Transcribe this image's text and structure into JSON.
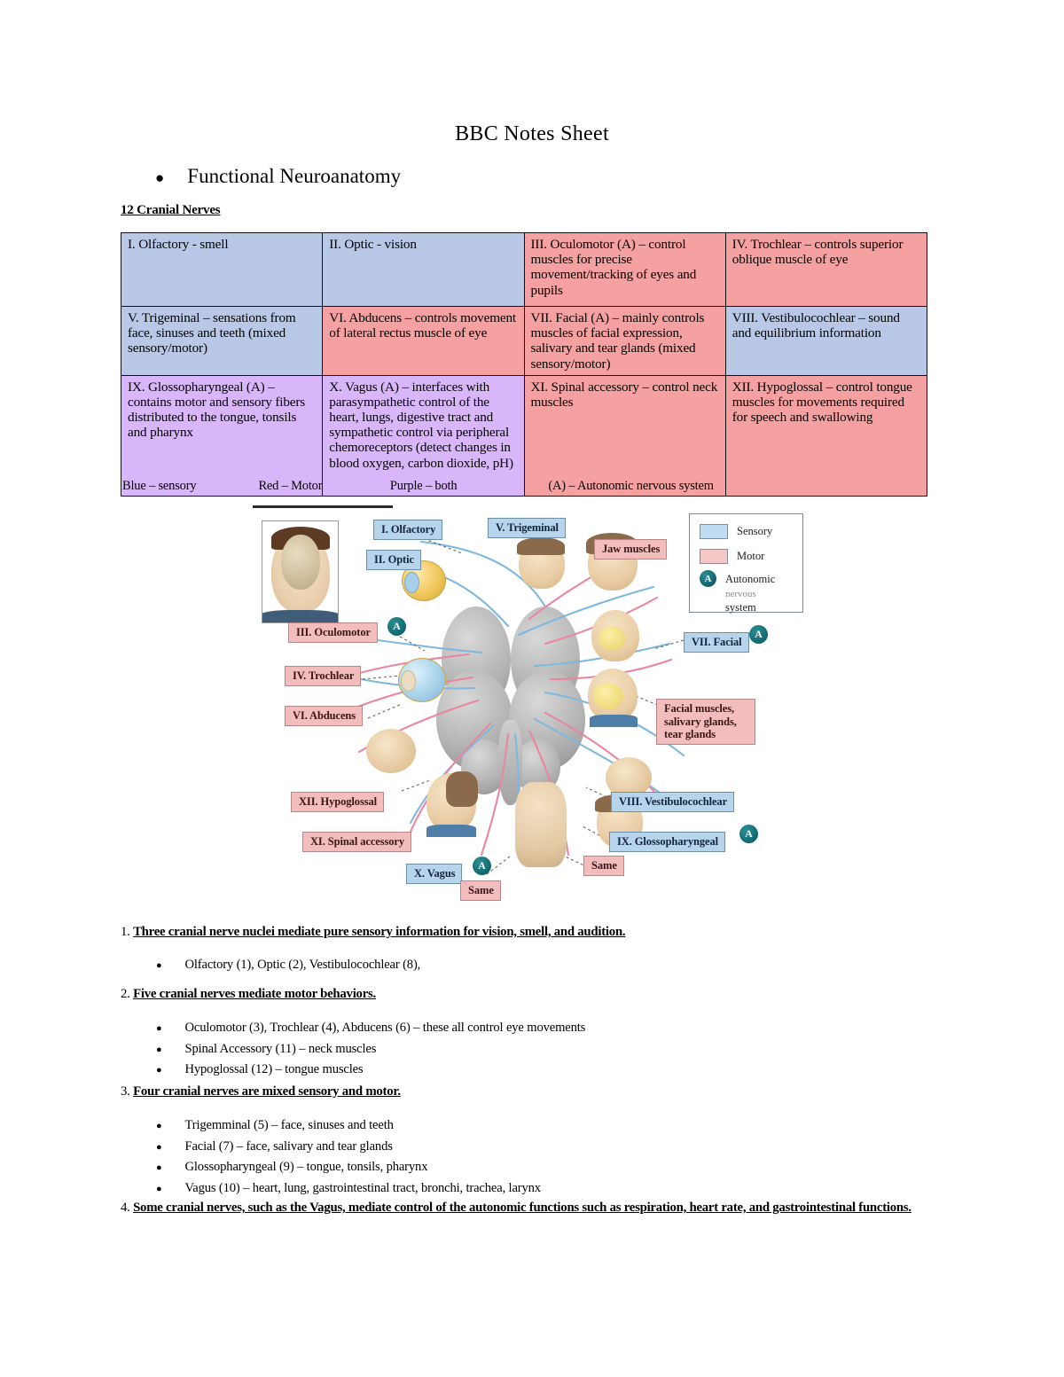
{
  "document": {
    "title": "BBC Notes Sheet",
    "heading_bullet": "Functional Neuroanatomy",
    "section_label": "12 Cranial Nerves"
  },
  "table": {
    "rows": [
      [
        {
          "text": "I. Olfactory - smell",
          "color_class": "c-blue",
          "color": "#b9c8e6"
        },
        {
          "text": "II. Optic - vision",
          "color_class": "c-blue",
          "color": "#b9c8e6"
        },
        {
          "text": "III. Oculomotor (A) – control muscles for precise movement/tracking of eyes and pupils",
          "color_class": "c-red",
          "color": "#f5a1a1"
        },
        {
          "text": "IV. Trochlear – controls superior oblique muscle of eye",
          "color_class": "c-red",
          "color": "#f5a1a1"
        }
      ],
      [
        {
          "text": "V. Trigeminal – sensations from face, sinuses and teeth (mixed sensory/motor)",
          "color_class": "c-blue",
          "color": "#b9c8e6"
        },
        {
          "text": "VI. Abducens – controls movement of lateral rectus muscle of eye",
          "color_class": "c-red",
          "color": "#f5a1a1"
        },
        {
          "text": "VII. Facial (A) – mainly controls muscles of facial expression, salivary and tear glands (mixed sensory/motor)",
          "color_class": "c-red",
          "color": "#f5a1a1"
        },
        {
          "text": "VIII. Vestibulocochlear – sound and equilibrium information",
          "color_class": "c-blue",
          "color": "#b9c8e6"
        }
      ],
      [
        {
          "text": "IX. Glossopharyngeal (A) – contains motor and sensory fibers distributed to the tongue, tonsils and pharynx",
          "color_class": "c-purple",
          "color": "#d9b6f9"
        },
        {
          "text": "X. Vagus (A) – interfaces with parasympathetic control of the heart, lungs, digestive tract and sympathetic control via peripheral chemoreceptors (detect changes in blood oxygen, carbon dioxide, pH)",
          "color_class": "c-purple",
          "color": "#d9b6f9"
        },
        {
          "text": "XI. Spinal accessory – control neck muscles",
          "color_class": "c-red",
          "color": "#f5a1a1"
        },
        {
          "text": "XII. Hypoglossal – control tongue muscles for movements required for speech and swallowing",
          "color_class": "c-red",
          "color": "#f5a1a1"
        }
      ]
    ],
    "key": {
      "blue": "Blue – sensory",
      "red": "Red – Motor",
      "purple": "Purple – both",
      "autonomic": "(A) – Autonomic nervous system"
    }
  },
  "figure": {
    "legend": {
      "sensory": "Sensory",
      "motor": "Motor",
      "autonomic_line1": "Autonomic",
      "autonomic_line2": "nervous",
      "autonomic_line3": "system",
      "autonomic_badge": "A",
      "sensory_color": "#bedcf3",
      "motor_color": "#f6c7c7",
      "autonomic_color": "#12676e"
    },
    "labels": {
      "olfactory": "I. Olfactory",
      "optic": "II. Optic",
      "oculomotor": "III. Oculomotor",
      "trochlear": "IV. Trochlear",
      "abducens": "VI. Abducens",
      "trigeminal": "V. Trigeminal",
      "jaw_muscles": "Jaw muscles",
      "facial": "VII. Facial",
      "facial_targets": "Facial muscles, salivary glands, tear glands",
      "vestibulocochlear": "VIII. Vestibulocochlear",
      "glossopharyngeal": "IX. Glossopharyngeal",
      "glossopharyngeal_same": "Same",
      "hypoglossal": "XII. Hypoglossal",
      "spinal_accessory": "XI. Spinal accessory",
      "vagus": "X. Vagus",
      "vagus_same": "Same",
      "autonomic_badge": "A"
    }
  },
  "notes": [
    {
      "number": "1.",
      "statement": "Three cranial nerve nuclei mediate pure sensory information for vision, smell, and audition.",
      "bullets": [
        "Olfactory (1), Optic (2), Vestibulocochlear (8),"
      ]
    },
    {
      "number": "2.",
      "statement": "Five cranial nerves  mediate motor behaviors.",
      "bullets": [
        "Oculomotor (3), Trochlear (4), Abducens (6) – these all control eye movements",
        "Spinal Accessory (11) – neck muscles",
        "Hypoglossal (12) – tongue muscles"
      ]
    },
    {
      "number": "3.",
      "statement": "Four cranial nerves are mixed sensory and motor.",
      "bullets": [
        "Trigemminal (5) – face, sinuses and teeth",
        "Facial (7) – face, salivary and tear glands",
        "Glossopharyngeal (9) – tongue, tonsils, pharynx",
        "Vagus (10) – heart, lung, gastrointestinal tract, bronchi, trachea, larynx"
      ]
    },
    {
      "number": "4.",
      "statement": "Some cranial nerves, such as the Vagus, mediate control of the autonomic functions such as respiration, heart rate, and gastrointestinal functions.",
      "bullets": []
    }
  ]
}
